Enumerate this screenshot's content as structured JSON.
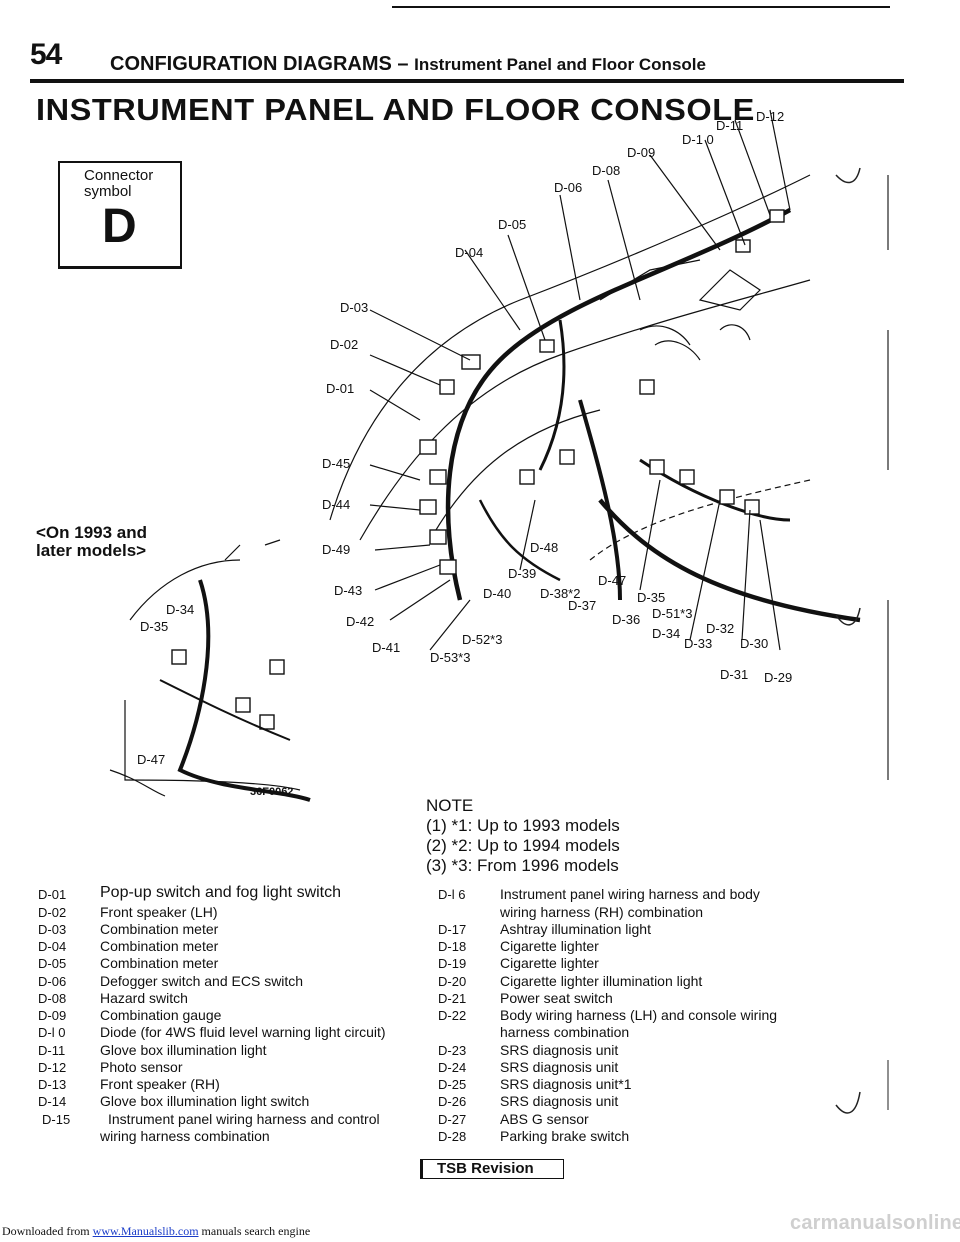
{
  "header": {
    "page_number": "54",
    "section": "CONFIGURATION DIAGRAMS",
    "dash": "–",
    "subsection": "Instrument Panel and Floor Console"
  },
  "title": "INSTRUMENT PANEL AND FLOOR CONSOLE",
  "connector": {
    "line1": "Connector",
    "line2": "symbol",
    "symbol": "D"
  },
  "later_models": {
    "line1": "<On 1993 and",
    "line2": "later models>"
  },
  "figure_code": "36F0062",
  "diagram_labels": {
    "d01": "D-01",
    "d02": "D-02",
    "d03": "D-03",
    "d04": "D-04",
    "d05": "D-05",
    "d06": "D-06",
    "d08": "D-08",
    "d09": "D-09",
    "d10": "D-1 0",
    "d11": "D-11",
    "d12": "D-12",
    "d29": "D-29",
    "d30": "D-30",
    "d31": "D-31",
    "d32": "D-32",
    "d33": "D-33",
    "d34": "D-34",
    "d35": "D-35",
    "d36": "D-36",
    "d37": "D-37",
    "d38": "D-38*2",
    "d39": "D-39",
    "d40": "D-40",
    "d41": "D-41",
    "d42": "D-42",
    "d43": "D-43",
    "d44": "D-44",
    "d45": "D-45",
    "d47": "D-47",
    "d48": "D-48",
    "d49": "D-49",
    "d51": "D-51*3",
    "d52": "D-52*3",
    "d53": "D-53*3",
    "inset_d34": "D-34",
    "inset_d35": "D-35",
    "inset_d47": "D-47"
  },
  "note": {
    "heading": "NOTE",
    "items": [
      {
        "num": "(1)",
        "mark": "*1:",
        "text": "Up to 1993 models"
      },
      {
        "num": "(2)",
        "mark": "*2:",
        "text": "Up to 1994 models"
      },
      {
        "num": "(3)",
        "mark": "*3:",
        "text": "From 1996 models"
      }
    ]
  },
  "connectors_left": [
    {
      "code": "D-01",
      "desc": "Pop-up switch and fog light switch"
    },
    {
      "code": "D-02",
      "desc": "Front speaker (LH)"
    },
    {
      "code": "D-03",
      "desc": "Combination meter"
    },
    {
      "code": "D-04",
      "desc": "Combination meter"
    },
    {
      "code": "D-05",
      "desc": "Combination meter"
    },
    {
      "code": "D-06",
      "desc": "Defogger switch and ECS switch"
    },
    {
      "code": "D-08",
      "desc": "Hazard switch"
    },
    {
      "code": "D-09",
      "desc": "Combination gauge"
    },
    {
      "code": "D-l 0",
      "desc": "Diode (for 4WS fluid level warning light circuit)"
    },
    {
      "code": "D-11",
      "desc": "Glove box illumination light"
    },
    {
      "code": "D-12",
      "desc": "Photo sensor"
    },
    {
      "code": "D-13",
      "desc": "Front speaker (RH)"
    },
    {
      "code": "D-14",
      "desc": "Glove box illumination light switch"
    },
    {
      "code": "D-15",
      "desc": "Instrument panel wiring harness and control",
      "desc2": "wiring harness combination"
    }
  ],
  "connectors_right": [
    {
      "code": "D-l 6",
      "desc": "Instrument panel wiring harness and body",
      "desc2": "wiring harness (RH) combination"
    },
    {
      "code": "D-17",
      "desc": "Ashtray illumination light"
    },
    {
      "code": "D-18",
      "desc": "Cigarette lighter"
    },
    {
      "code": "D-19",
      "desc": "Cigarette lighter"
    },
    {
      "code": "D-20",
      "desc": "Cigarette lighter illumination light"
    },
    {
      "code": "D-21",
      "desc": "Power seat switch"
    },
    {
      "code": "D-22",
      "desc": "Body wiring harness (LH) and console wiring",
      "desc2": "harness combination"
    },
    {
      "code": "D-23",
      "desc": "SRS diagnosis unit"
    },
    {
      "code": "D-24",
      "desc": "SRS diagnosis unit"
    },
    {
      "code": "D-25",
      "desc": "SRS diagnosis unit*1"
    },
    {
      "code": "D-26",
      "desc": "SRS diagnosis unit"
    },
    {
      "code": "D-27",
      "desc": "ABS G sensor"
    },
    {
      "code": "D-28",
      "desc": "Parking brake switch"
    }
  ],
  "tsb": "TSB Revision",
  "footer": {
    "prefix": "Downloaded from",
    "link": "www.Manualslib.com",
    "suffix": "manuals search engine",
    "watermark": "carmanualsonline.info"
  }
}
